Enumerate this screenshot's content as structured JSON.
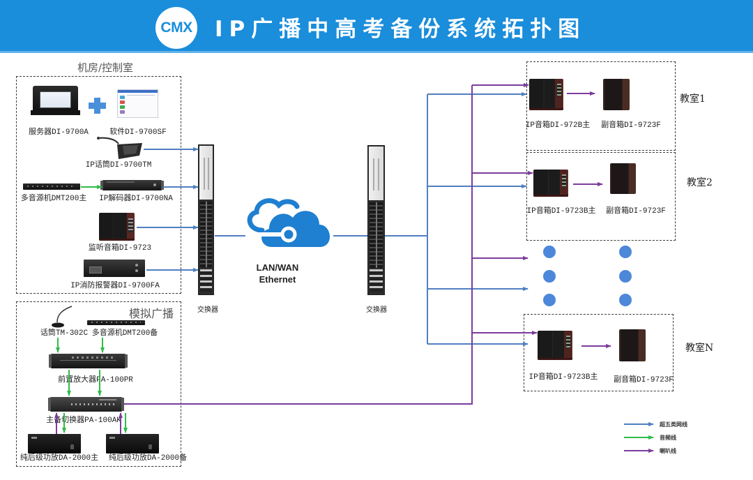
{
  "header": {
    "logo_text": "CMX",
    "title": "IP广播中高考备份系统拓扑图"
  },
  "control_room": {
    "title": "机房/控制室",
    "devices": [
      {
        "id": "server",
        "label": "服务器DI-9700A",
        "icon": "server-icon"
      },
      {
        "id": "software",
        "label": "软件DI-9700SF",
        "icon": "software-window-icon"
      },
      {
        "id": "ip-mic",
        "label": "IP话筒DI-9700TM",
        "icon": "paging-microphone-icon"
      },
      {
        "id": "multi-source-main",
        "label": "多音源机DMT200主",
        "icon": "rack-unit-icon"
      },
      {
        "id": "ip-decoder",
        "label": "IP解码器DI-9700NA",
        "icon": "rack-unit-icon"
      },
      {
        "id": "monitor-speaker",
        "label": "监听音箱DI-9723",
        "icon": "speaker-icon"
      },
      {
        "id": "fire-alarm",
        "label": "IP消防报警器DI-9700FA",
        "icon": "rack-unit-icon"
      }
    ],
    "plus_icon": "plus-icon"
  },
  "analog": {
    "title": "模拟广播",
    "devices": [
      {
        "id": "mic",
        "label": "话筒TM-302C",
        "icon": "gooseneck-microphone-icon"
      },
      {
        "id": "multi-source-backup",
        "label": "多音源机DMT200备",
        "icon": "rack-unit-icon"
      },
      {
        "id": "preamp",
        "label": "前置放大器PA-100PR",
        "icon": "rack-unit-icon"
      },
      {
        "id": "switcher",
        "label": "主备切换器PA-100AK",
        "icon": "rack-unit-icon"
      },
      {
        "id": "amp-main",
        "label": "纯后级功放DA-2000主",
        "icon": "amplifier-icon"
      },
      {
        "id": "amp-backup",
        "label": "纯后级功放DA-2000备",
        "icon": "amplifier-icon"
      }
    ]
  },
  "network": {
    "switch_left_label": "交换器",
    "switch_right_label": "交换器",
    "cloud_line1": "LAN/WAN",
    "cloud_line2": "Ethernet",
    "cloud_icon": "cloud-icon"
  },
  "classrooms": [
    {
      "name": "教室1",
      "main_label": "IP音箱DI-972B主",
      "sub_label": "副音箱DI-9723F"
    },
    {
      "name": "教室2",
      "main_label": "IP音箱DI-9723B主",
      "sub_label": "副音箱DI-9723F"
    },
    {
      "name": "教室N",
      "main_label": "IP音箱DI-9723B主",
      "sub_label": "副音箱DI-9723F"
    }
  ],
  "ellipsis": {
    "columns": 2,
    "dots_per_column": 3,
    "color": "#4c87d9"
  },
  "legend": [
    {
      "type": "network",
      "label": "超五类网线",
      "color": "#4f7fc1"
    },
    {
      "type": "audio",
      "label": "音频线",
      "color": "#2fbb4a"
    },
    {
      "type": "speaker",
      "label": "喇叭线",
      "color": "#7a3d9c"
    }
  ],
  "colors": {
    "header_bg": "#1a8ddb",
    "network_line": "#4f7fc1",
    "audio_line": "#2fbb4a",
    "speaker_line": "#7a3d9c",
    "cloud": "#1f7fd0"
  },
  "connections": [
    {
      "from": "ip-mic",
      "to": "switch-left",
      "type": "network"
    },
    {
      "from": "ip-decoder",
      "to": "switch-left",
      "type": "network"
    },
    {
      "from": "monitor-speaker",
      "to": "switch-left",
      "type": "network"
    },
    {
      "from": "fire-alarm",
      "to": "switch-left",
      "type": "network"
    },
    {
      "from": "multi-source-main",
      "to": "ip-decoder",
      "type": "audio"
    },
    {
      "from": "switch-left",
      "to": "cloud",
      "type": "network"
    },
    {
      "from": "cloud",
      "to": "switch-right",
      "type": "network"
    },
    {
      "from": "switch-right",
      "to": "classrooms",
      "type": "network"
    },
    {
      "from": "mic",
      "to": "preamp",
      "type": "audio"
    },
    {
      "from": "multi-source-backup",
      "to": "preamp",
      "type": "audio"
    },
    {
      "from": "preamp",
      "to": "switcher",
      "type": "audio"
    },
    {
      "from": "switcher",
      "to": "amp-main",
      "type": "audio"
    },
    {
      "from": "switcher",
      "to": "amp-backup",
      "type": "audio"
    },
    {
      "from": "amp-main",
      "to": "switcher",
      "type": "speaker"
    },
    {
      "from": "amp-backup",
      "to": "switcher",
      "type": "speaker"
    },
    {
      "from": "switcher",
      "to": "classrooms",
      "type": "speaker"
    },
    {
      "from": "classroom-main-speaker",
      "to": "classroom-sub-speaker",
      "type": "speaker"
    }
  ]
}
